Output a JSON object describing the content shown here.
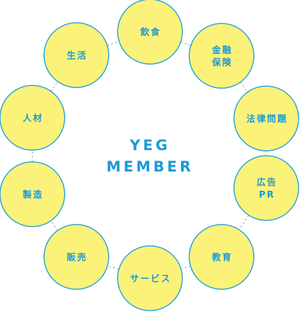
{
  "center": {
    "line1": "YEG",
    "line2": "MEMBER"
  },
  "colors": {
    "fill": "#fbf27a",
    "stroke": "#2aa4d8",
    "text": "#1c9ad6",
    "connector": "#9aa4ad"
  },
  "nodes": [
    {
      "id": "food",
      "lines": [
        "飲食"
      ]
    },
    {
      "id": "finance",
      "lines": [
        "金融",
        "保険"
      ]
    },
    {
      "id": "legal",
      "lines": [
        "法律問題"
      ]
    },
    {
      "id": "ad",
      "lines": [
        "広告",
        "PR"
      ]
    },
    {
      "id": "edu",
      "lines": [
        "教育"
      ]
    },
    {
      "id": "service",
      "lines": [
        "サービス"
      ]
    },
    {
      "id": "sales",
      "lines": [
        "販売"
      ]
    },
    {
      "id": "mfg",
      "lines": [
        "製造"
      ]
    },
    {
      "id": "hr",
      "lines": [
        "人材"
      ]
    },
    {
      "id": "life",
      "lines": [
        "生活"
      ]
    }
  ]
}
